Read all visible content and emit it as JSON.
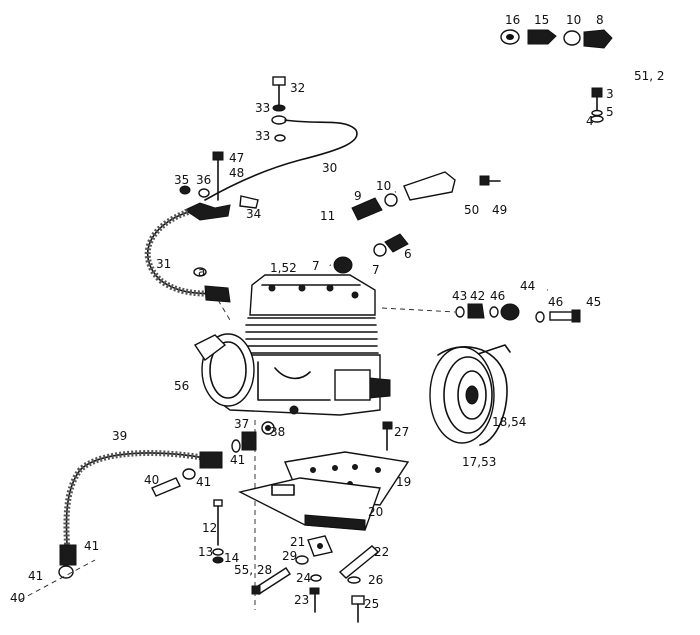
{
  "labels": {
    "l16": "16",
    "l15": "15",
    "l10a": "10",
    "l8": "8",
    "l51_2": "51, 2",
    "l3": "3",
    "l5": "5",
    "l4": "4",
    "l32": "32",
    "l33a": "33",
    "l33b": "33",
    "l30": "30",
    "l47": "47",
    "l48": "48",
    "l35": "35",
    "l36": "36",
    "l34": "34",
    "l9": "9",
    "l10b": "10",
    "l11": "11",
    "l50": "50",
    "l49": "49",
    "l6": "6",
    "l7a": "7",
    "l7b": "7",
    "l31": "31",
    "la": "a",
    "l1_52": "1,52",
    "l43": "43",
    "l42": "42",
    "l46a": "46",
    "l44": "44",
    "l46b": "46",
    "l45": "45",
    "l56": "56",
    "l18_54": "18,54",
    "l17_53": "17,53",
    "l39": "39",
    "l37": "37",
    "l38": "38",
    "l41a": "41",
    "l27": "27",
    "l40a": "40",
    "l41b": "41",
    "l19": "19",
    "l20": "20",
    "l12": "12",
    "l13": "13",
    "l14": "14",
    "l21": "21",
    "l29": "29",
    "l22": "22",
    "l55_28": "55, 28",
    "l24": "24",
    "l26": "26",
    "l23": "23",
    "l25": "25",
    "l41c": "41",
    "l41d": "41",
    "l40b": "40"
  }
}
